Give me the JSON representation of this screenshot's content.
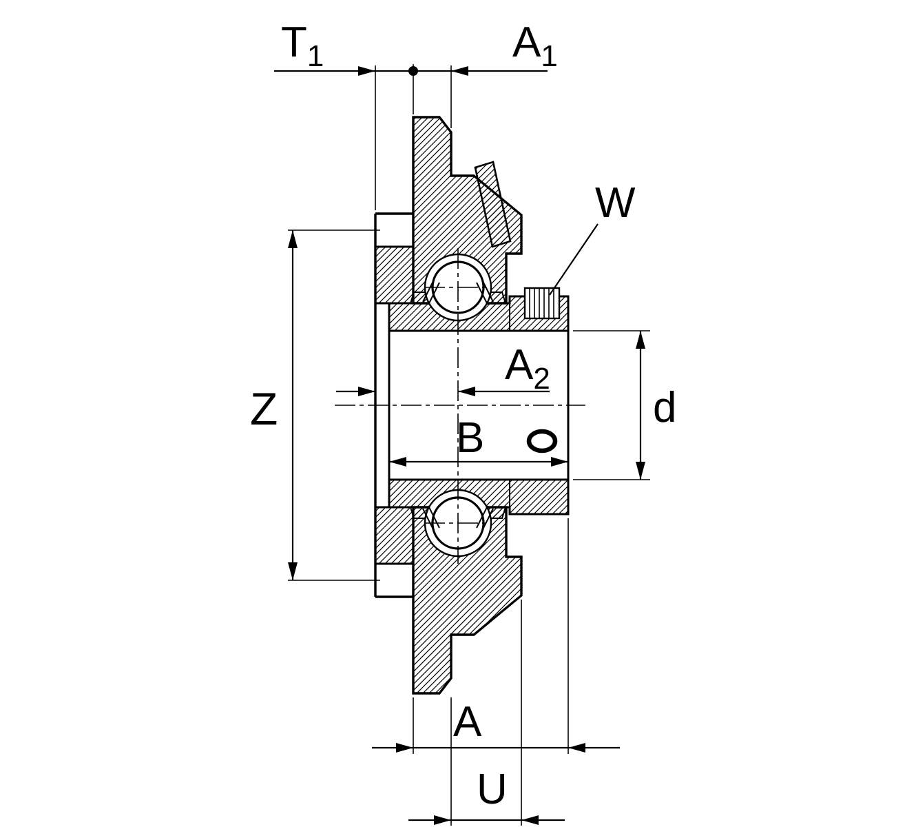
{
  "figure": {
    "type": "technical-drawing",
    "description": "Cross-section dimensional drawing of a two-bolt flanged bearing housing unit with eccentric locking collar",
    "background_color": "#ffffff",
    "line_color": "#000000"
  },
  "labels": {
    "t1": {
      "base": "T",
      "sub": "1"
    },
    "a1": {
      "base": "A",
      "sub": "1"
    },
    "w": "W",
    "z": "Z",
    "a2": {
      "base": "A",
      "sub": "2"
    },
    "d": "d",
    "b": "B",
    "a": "A",
    "u": "U"
  }
}
